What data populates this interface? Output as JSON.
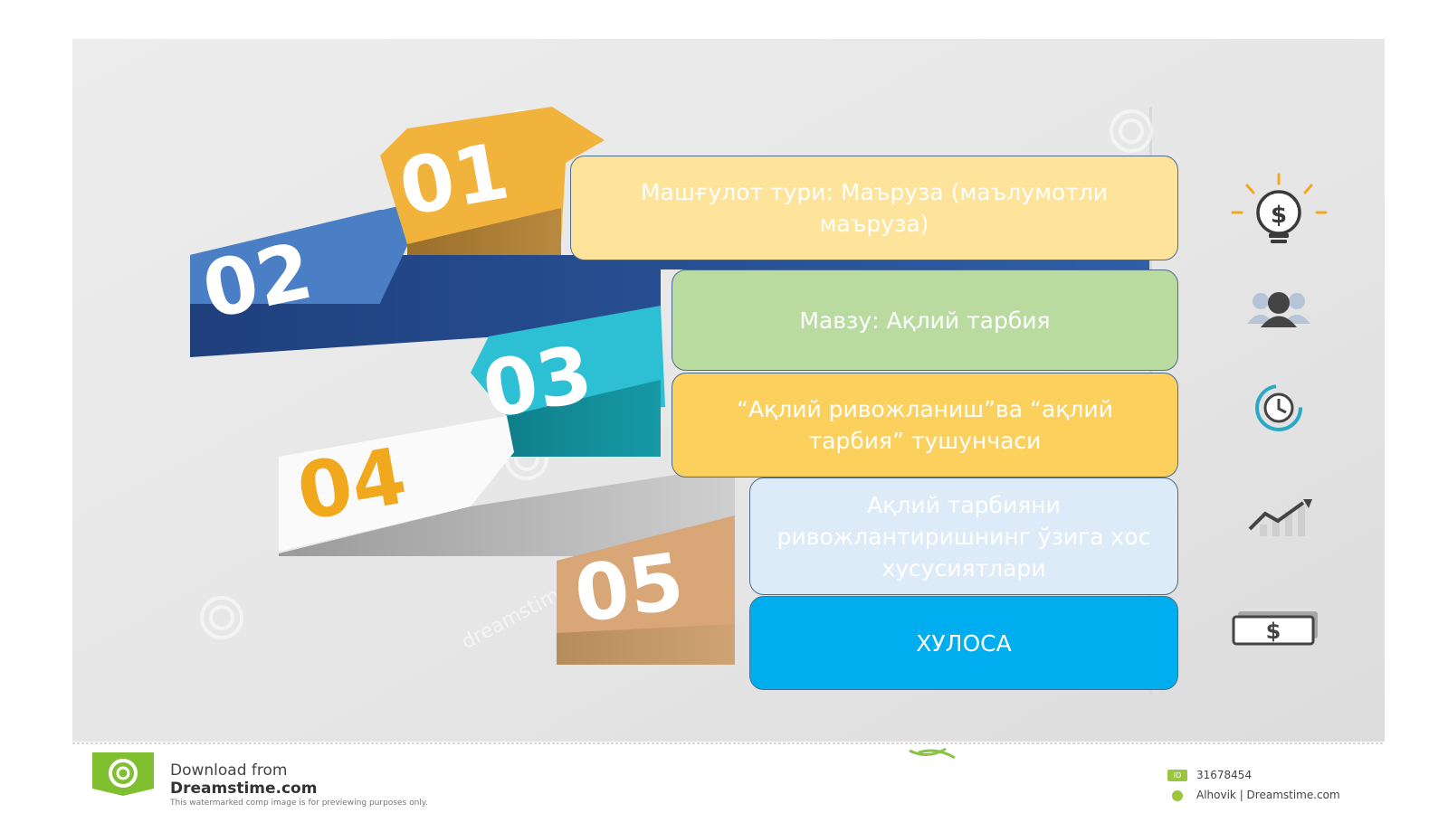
{
  "steps": [
    {
      "number": "01",
      "text": "Машғулот тури: Маъруза (маълумотли маъруза)"
    },
    {
      "number": "02",
      "text": "Мавзу: Ақлий тарбия"
    },
    {
      "number": "03",
      "text": "“Ақлий ривожланиш”ва “ақлий тарбия” тушунчаси"
    },
    {
      "number": "04",
      "text": "Ақлий тарбияни ривожлантиришнинг ўзига хос хусусиятлари"
    },
    {
      "number": "05",
      "text": "ХУЛОСА"
    }
  ],
  "icons": [
    "lightbulb-dollar-icon",
    "team-icon",
    "clock-refresh-icon",
    "growth-chart-icon",
    "money-bill-icon"
  ],
  "watermark": "dreamstime",
  "footer": {
    "download_label": "Download from",
    "site_name": "Dreamstime.com",
    "disclaimer": "This watermarked comp image is for previewing purposes only.",
    "id_badge": "ID",
    "image_id": "31678454",
    "author": "Alhovik | Dreamstime.com"
  },
  "colors": {
    "orange": "#f2b33d",
    "blue": "#3f73bb",
    "cyan": "#2dbfd3",
    "tan": "#d9a678",
    "box1": "#fde49a",
    "box2": "#b9dba0",
    "box3": "#fcd05d",
    "box4": "#dcebf7",
    "box5": "#00aeef"
  }
}
